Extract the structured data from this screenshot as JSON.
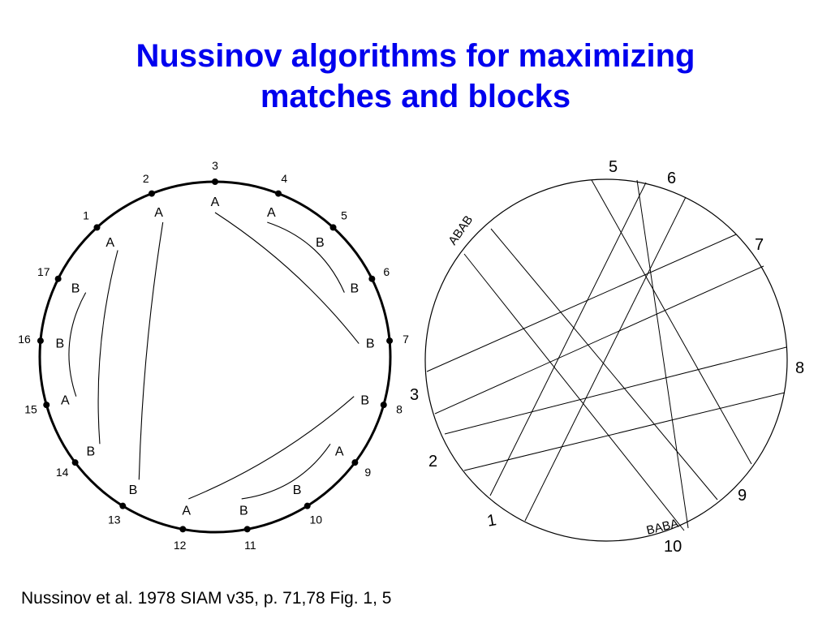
{
  "slide": {
    "title_line1": "Nussinov algorithms for maximizing",
    "title_line2": "matches and blocks",
    "caption": "Nussinov et al. 1978 SIAM v35, p. 71,78 Fig. 1, 5"
  },
  "colors": {
    "title": "#0000ee",
    "ink": "#000000"
  },
  "fig1": {
    "nodes": [
      {
        "n": "1",
        "base": "A"
      },
      {
        "n": "2",
        "base": "A"
      },
      {
        "n": "3",
        "base": "A"
      },
      {
        "n": "4",
        "base": "A"
      },
      {
        "n": "5",
        "base": "B"
      },
      {
        "n": "6",
        "base": "B"
      },
      {
        "n": "7",
        "base": "B"
      },
      {
        "n": "8",
        "base": "B"
      },
      {
        "n": "9",
        "base": "A"
      },
      {
        "n": "10",
        "base": "B"
      },
      {
        "n": "11",
        "base": "B"
      },
      {
        "n": "12",
        "base": "A"
      },
      {
        "n": "13",
        "base": "B"
      },
      {
        "n": "14",
        "base": "B"
      },
      {
        "n": "15",
        "base": "A"
      },
      {
        "n": "16",
        "base": "B"
      },
      {
        "n": "17",
        "base": "B"
      }
    ],
    "pairs": [
      [
        4,
        6
      ],
      [
        3,
        7
      ],
      [
        2,
        13
      ],
      [
        1,
        14
      ],
      [
        17,
        15
      ],
      [
        8,
        12
      ],
      [
        9,
        11
      ]
    ]
  },
  "fig5": {
    "rim_numbers": [
      "1",
      "2",
      "3",
      "5",
      "6",
      "7",
      "8",
      "9",
      "10"
    ],
    "block_labels": [
      "ABAB",
      "BABA"
    ]
  }
}
